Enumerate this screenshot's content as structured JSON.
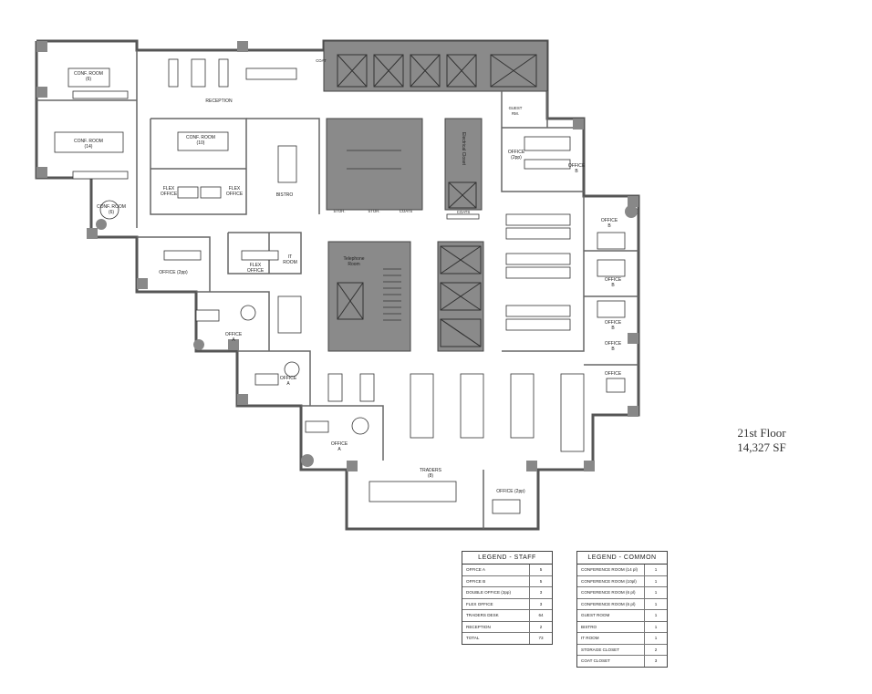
{
  "floor": {
    "name": "21st Floor",
    "area": "14,327 SF"
  },
  "rooms": {
    "conf14_small": [
      "CONF. ROOM",
      "(6)"
    ],
    "conf14": [
      "CONF. ROOM",
      "(14)"
    ],
    "conf_corner": [
      "CONF. ROOM",
      "(6)"
    ],
    "conf10": [
      "CONF. ROOM",
      "(10)"
    ],
    "reception": "RECEPTION",
    "flex1": [
      "FLEX",
      "OFFICE"
    ],
    "flex2": [
      "FLEX",
      "OFFICE"
    ],
    "flex3": [
      "FLEX",
      "OFFICE"
    ],
    "bistro": "BISTRO",
    "coat": "COAT",
    "guest": [
      "GUEST",
      "RM."
    ],
    "electrical": "Electrical Closet",
    "coats_label": "COATS",
    "stor1": "STOR.",
    "stor2": "STOR.",
    "coats2": "COATS",
    "telephone": [
      "Telephone",
      "Room"
    ],
    "it_room": [
      "IT",
      "ROOM"
    ],
    "office2pp_left": "OFFICE (2pp)",
    "office2pp_right": [
      "OFFICE",
      "(2pp)"
    ],
    "office2pp_bottom": "OFFICE (2pp)",
    "office_a1": [
      "OFFICE",
      "A"
    ],
    "office_a2": [
      "OFFICE",
      "A"
    ],
    "office_a3": [
      "OFFICE",
      "A"
    ],
    "office_b_top": [
      "OFFICE",
      "B"
    ],
    "office_b1": [
      "OFFICE",
      "B"
    ],
    "office_b2": [
      "OFFICE",
      "B"
    ],
    "office_b3": [
      "OFFICE",
      "B"
    ],
    "office_b4": [
      "OFFICE",
      "B"
    ],
    "office_b5": "OFFICE",
    "traders": [
      "TRADERS",
      "(8)"
    ]
  },
  "legend_staff": {
    "title": "LEGEND - STAFF",
    "rows": [
      {
        "name": "OFFICE A",
        "count": "5"
      },
      {
        "name": "OFFICE B",
        "count": "5"
      },
      {
        "name": "DOUBLE OFFICE (2pp)",
        "count": "3"
      },
      {
        "name": "FLEX OFFICE",
        "count": "3"
      },
      {
        "name": "TRADERS DESK",
        "count": "64"
      },
      {
        "name": "RECEPTION",
        "count": "2"
      },
      {
        "name": "TOTAL",
        "count": "73"
      }
    ]
  },
  "legend_common": {
    "title": "LEGEND - COMMON",
    "rows": [
      {
        "name": "CONFERENCE ROOM (14 pl)",
        "count": "1"
      },
      {
        "name": "CONFERENCE ROOM (10pl)",
        "count": "1"
      },
      {
        "name": "CONFERENCE ROOM (6 pl)",
        "count": "1"
      },
      {
        "name": "CONFERENCE ROOM (6 pl)",
        "count": "1"
      },
      {
        "name": "GUEST ROOM",
        "count": "1"
      },
      {
        "name": "BISTRO",
        "count": "1"
      },
      {
        "name": "IT ROOM",
        "count": "1"
      },
      {
        "name": "STORAGE CLOSET",
        "count": "2"
      },
      {
        "name": "COAT CLOSET",
        "count": "3"
      }
    ]
  }
}
